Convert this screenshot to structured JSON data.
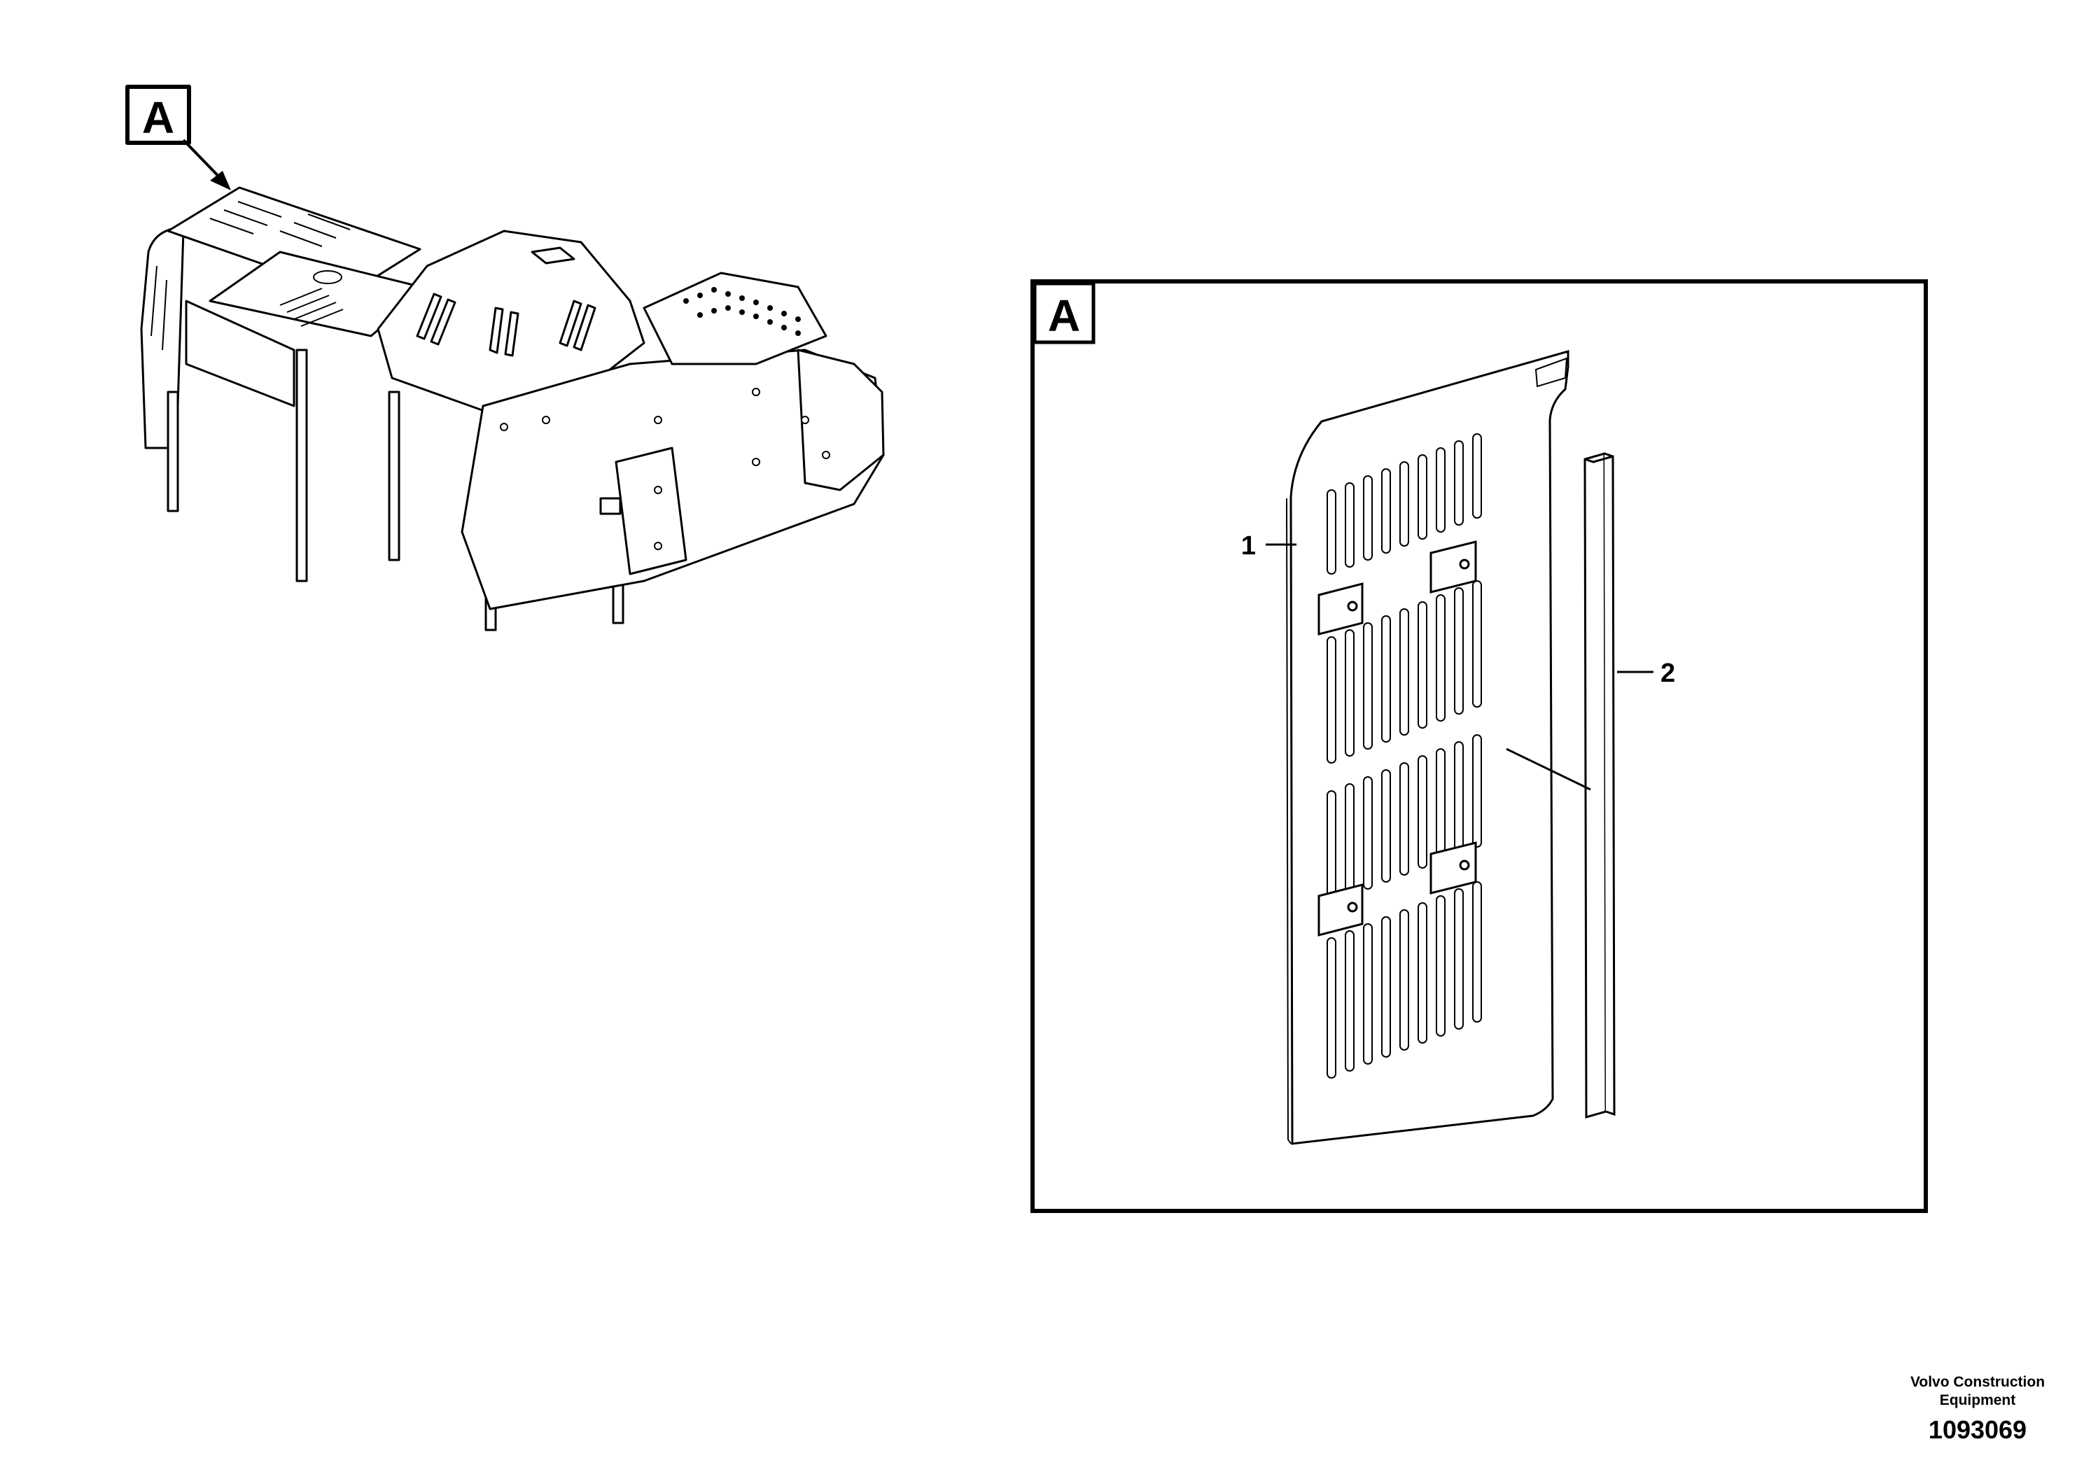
{
  "overview": {
    "view_label": "A"
  },
  "detail": {
    "view_label": "A",
    "callouts": [
      {
        "id": "1"
      },
      {
        "id": "2"
      }
    ]
  },
  "footer": {
    "company_line1": "Volvo Construction",
    "company_line2": "Equipment",
    "part_number": "1093069"
  }
}
